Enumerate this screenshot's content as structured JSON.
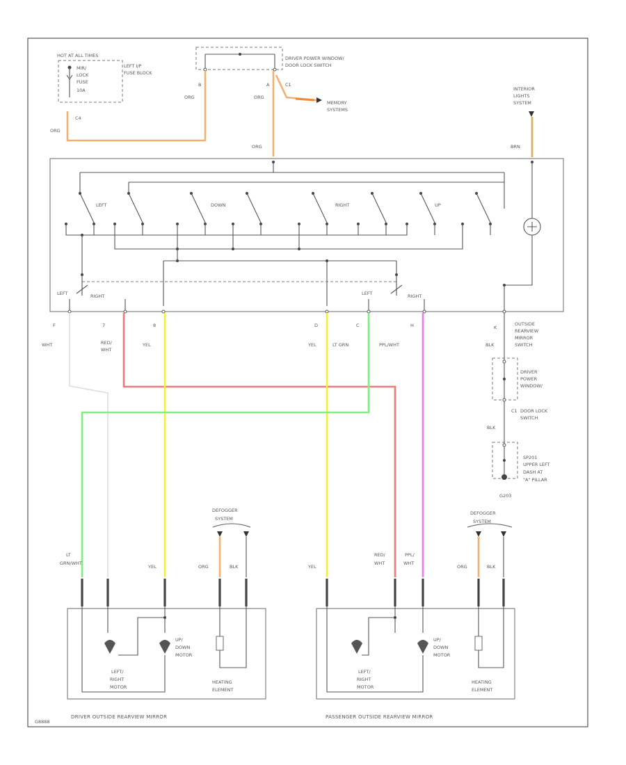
{
  "labels": {
    "hot_at_all_times": "HOT AT ALL TIMES",
    "left_ip_fuse_block_1": "LEFT I/P",
    "left_ip_fuse_block_2": "FUSE BLOCK",
    "fuse_1": "MIR/",
    "fuse_2": "LOCK",
    "fuse_3": "FUSE",
    "fuse_4": "10A",
    "dwdl_switch_top_1": "DRIVER POWER WINDOW/",
    "dwdl_switch_top_2": "DOOR LOCK SWITCH",
    "memory_system_1": "MEMORY",
    "memory_system_2": "SYSTEMS",
    "interior_lights_1": "INTERIOR",
    "interior_lights_2": "LIGHTS",
    "interior_lights_3": "SYSTEM",
    "sw_left": "LEFT",
    "sw_down": "DOWN",
    "sw_right": "RIGHT",
    "sw_up": "UP",
    "sel_left_a": "LEFT",
    "sel_right_a": "RIGHT",
    "sel_left_b": "LEFT",
    "sel_right_b": "RIGHT",
    "outside_switch_1": "OUTSIDE",
    "outside_switch_2": "REARVIEW",
    "outside_switch_3": "MIRROR",
    "outside_switch_4": "SWITCH",
    "dwdl_switch_bot_1": "DRIVER",
    "dwdl_switch_bot_2": "POWER",
    "dwdl_switch_bot_3": "WINDOW/",
    "dwdl_switch_bot_4": "DOOR LOCK",
    "dwdl_switch_bot_5": "SWITCH",
    "sp_1": "SP201",
    "sp_2": "UPPER LEFT",
    "sp_3": "DASH AT",
    "sp_4": "\"A\" PILLAR",
    "ground": "G203",
    "defogger_l_1": "DEFOGGER",
    "defogger_l_2": "SYSTEM",
    "defogger_r_1": "DEFOGGER",
    "defogger_r_2": "SYSTEM",
    "lr_motor_1": "LEFT/",
    "lr_motor_2": "RIGHT",
    "lr_motor_3": "MOTOR",
    "ud_motor_1": "UP/",
    "ud_motor_2": "DOWN",
    "ud_motor_3": "MOTOR",
    "heat_1": "HEATING",
    "heat_2": "ELEMENT",
    "lr_motor_r_1": "LEFT/",
    "lr_motor_r_2": "RIGHT",
    "lr_motor_r_3": "MOTOR",
    "ud_motor_r_1": "UP/",
    "ud_motor_r_2": "DOWN",
    "ud_motor_r_3": "MOTOR",
    "heat_r_1": "HEATING",
    "heat_r_2": "ELEMENT",
    "driver_mirror": "DRIVER OUTSIDE REARVIEW MIRROR",
    "passenger_mirror": "PASSENGER OUTSIDE REARVIEW MIRROR",
    "corner_code": "G8888"
  },
  "wire_labels": {
    "org_fuse": "ORG",
    "c4": "C4",
    "org_b": "ORG",
    "b": "B",
    "org_a": "ORG",
    "a": "A",
    "c1": "C1",
    "org_switch": "ORG",
    "brn": "BRN",
    "pin_f": "F",
    "pin_7": "7",
    "pin_8": "8",
    "pin_d": "D",
    "pin_c": "C",
    "pin_h": "H",
    "pin_k": "K",
    "wht": "WHT",
    "red_wht_1": "RED/",
    "red_wht_2": "WHT",
    "yel_1": "YEL",
    "yel_2": "YEL",
    "lt_grn": "LT GRN",
    "ppl_wht": "PPL/WHT",
    "blk_1": "BLK",
    "blk_2": "BLK",
    "c1_bottom": "C1",
    "lt_grn_wht_1": "LT",
    "lt_grn_wht_2": "GRN/WHT",
    "yel_3": "YEL",
    "org_l": "ORG",
    "blk_l": "BLK",
    "yel_4": "YEL",
    "red_ppl_1": "RED/",
    "red_ppl_2": "WHT",
    "red_ppl_3": "PPL/",
    "red_ppl_4": "WHT",
    "org_r": "ORG",
    "blk_r": "BLK"
  },
  "colors": {
    "orange": "#f5b070",
    "orange_bright": "#f08a3a",
    "yellow": "#f2f230",
    "green": "#7df07d",
    "red": "#f07a7a",
    "magenta": "#f07af0",
    "white_wire": "#dddddd",
    "brn_wire": "#d9b060"
  }
}
